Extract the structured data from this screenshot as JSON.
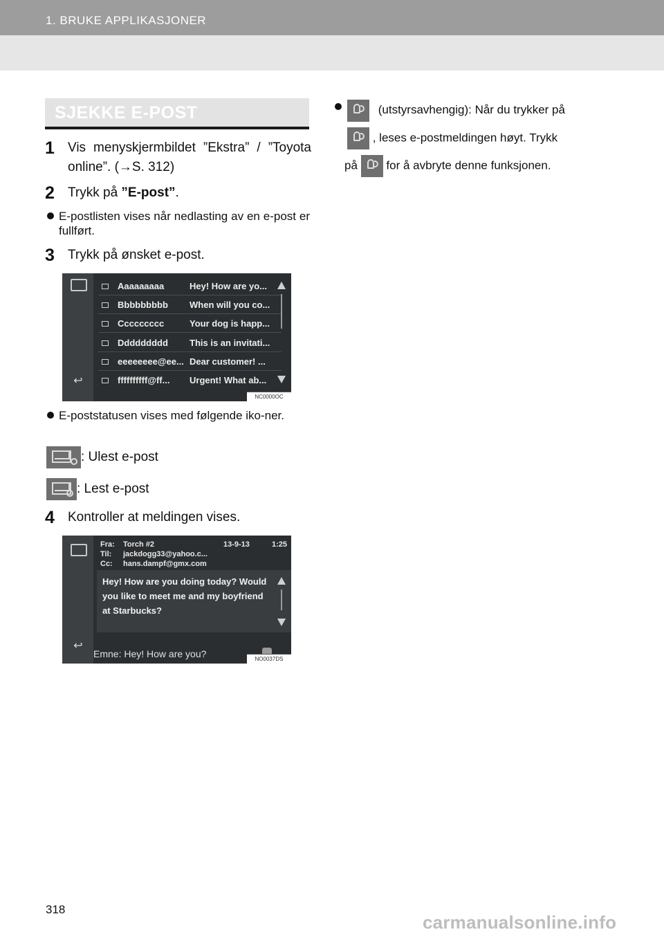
{
  "header": {
    "title": "1. BRUKE APPLIKASJONER"
  },
  "section": {
    "title": "SJEKKE E-POST"
  },
  "steps": [
    {
      "num": "1",
      "text": "Vis menyskjermbildet ”Ekstra” / ”Toyota online”. (→S. 312)"
    },
    {
      "num": "2",
      "text_pre": "Trykk på ",
      "text_bold": "”E-post”",
      "text_post": "."
    },
    {
      "num": "3",
      "text": "Trykk på ønsket e-post."
    },
    {
      "num": "4",
      "text": "Kontroller at meldingen vises."
    }
  ],
  "bullets": {
    "b1": "E-postlisten vises når nedlasting av en e-post er fullført.",
    "b2": "E-poststatusen vises med følgende iko-ner."
  },
  "status_icons": {
    "unread": ": Ulest e-post",
    "read": ": Lest e-post"
  },
  "screen1": {
    "code": "NC0000OC",
    "rows": [
      {
        "name": "Aaaaaaaaa",
        "subject": "Hey! How are yo..."
      },
      {
        "name": "Bbbbbbbbb",
        "subject": "When will you co..."
      },
      {
        "name": "Ccccccccc",
        "subject": "Your dog is happ..."
      },
      {
        "name": "Ddddddddd",
        "subject": "This is an invitati..."
      },
      {
        "name": "eeeeeeee@ee...",
        "subject": "Dear customer! ..."
      },
      {
        "name": "ffffffffff@ff...",
        "subject": "Urgent! What ab..."
      }
    ]
  },
  "screen2": {
    "code": "NO0037DS",
    "from_label": "Fra:",
    "from": "Torch #2",
    "date": "13-9-13",
    "time": "1:25",
    "to_label": "Til:",
    "to": "jackdogg33@yahoo.c...",
    "cc_label": "Cc:",
    "cc": "hans.dampf@gmx.com",
    "body": "Hey! How are you doing today? Would you like to meet me and my boyfriend at Starbucks?",
    "subject": "Emne: Hey! How are you?"
  },
  "right": {
    "line1": "(utstyrsavhengig): Når du trykker på",
    "line2": ", leses e-postmeldingen høyt. Trykk",
    "line3_pre": "på",
    "line3_post": "for å avbryte denne funksjonen."
  },
  "footer": {
    "page": "318",
    "watermark": "carmanualsonline.info"
  }
}
